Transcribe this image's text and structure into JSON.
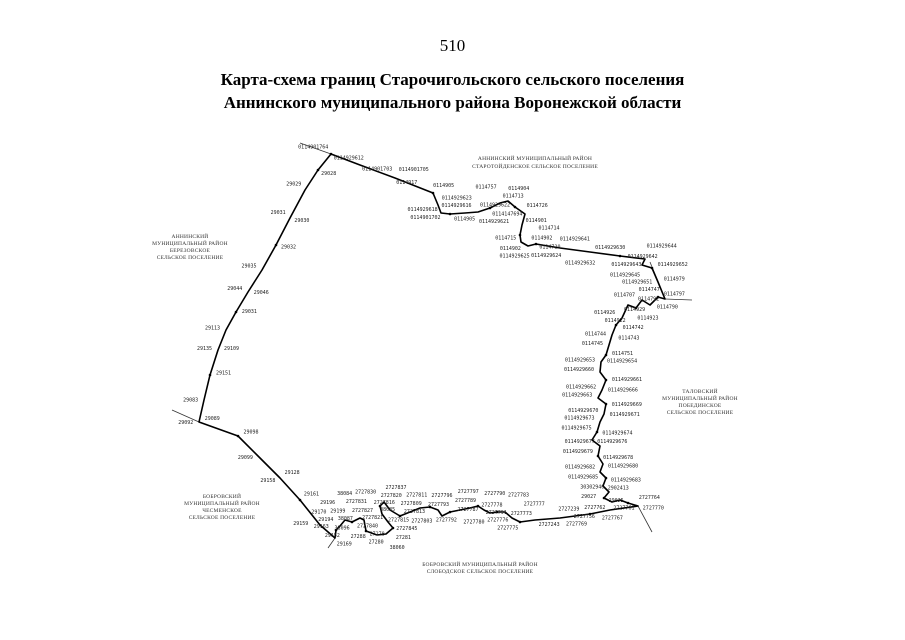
{
  "page_number": "510",
  "title_line1": "Карта-схема границ Старочигольского сельского поселения",
  "title_line2": "Аннинского муниципального района Воронежской области",
  "colors": {
    "boundary": "#000000",
    "outer_line": "#333333"
  },
  "neighbors": [
    {
      "line1": "АННИНСКИЙ МУНИЦИПАЛЬНЫЙ РАЙОН",
      "line2": "СТАРОТОЙДЕНСКОЕ СЕЛЬСКОЕ ПОСЕЛЕНИЕ"
    },
    {
      "line1": "АННИНСКИЙ",
      "line2": "МУНИЦИПАЛЬНЫЙ РАЙОН",
      "line3": "БЕРЕЗОВСКОЕ",
      "line4": "СЕЛЬСКОЕ ПОСЕЛЕНИЕ"
    },
    {
      "line1": "ТАЛОВСКИЙ",
      "line2": "МУНИЦИПАЛЬНЫЙ РАЙОН",
      "line3": "ПОБЕДИНСКОЕ",
      "line4": "СЕЛЬСКОЕ ПОСЕЛЕНИЕ"
    },
    {
      "line1": "БОБРОВСКИЙ",
      "line2": "МУНИЦИПАЛЬНЫЙ РАЙОН",
      "line3": "ЧЕСМЕНСКОЕ",
      "line4": "СЕЛЬСКОЕ ПОСЕЛЕНИЕ"
    },
    {
      "line1": "БОБРОВСКИЙ МУНИЦИПАЛЬНЫЙ РАЙОН",
      "line2": "СЛОБОДСКОЕ СЕЛЬСКОЕ ПОСЕЛЕНИЕ"
    }
  ],
  "points": [
    "0114929612",
    "0114901764",
    "0114901703",
    "0114901705",
    "0114917",
    "0114905",
    "0114929618",
    "0114929616",
    "0114901702",
    "0114905",
    "0114929621",
    "0114929622",
    "0114929623",
    "0114147694",
    "0114713",
    "0114757",
    "0114904",
    "0114726",
    "0114901",
    "0114714",
    "0114902",
    "0114715",
    "0114902",
    "0114720",
    "0114929624",
    "0114929625",
    "0114929632",
    "0114929630",
    "0114929641",
    "0114929642",
    "0114929643",
    "0114929644",
    "0114929645",
    "0114929652",
    "0114929651",
    "0114979",
    "0114792",
    "0114797",
    "0114929",
    "0114790",
    "0114707",
    "0114747",
    "0114922",
    "0114923",
    "0114926",
    "0114742",
    "0114744",
    "0114743",
    "0114745",
    "0114751",
    "0114929653",
    "0114929654",
    "0114929660",
    "0114929661",
    "0114929662",
    "0114929666",
    "0114929663",
    "0114929669",
    "0114929670",
    "0114929671",
    "0114929673",
    "0114929674",
    "0114929675",
    "0114929676",
    "0114929677",
    "0114929678",
    "0114929679",
    "0114929680",
    "0114929682",
    "0114929683",
    "0114929685",
    "2902413",
    "30302946",
    "29025",
    "29027",
    "2727761",
    "2727762",
    "2727764",
    "2727767",
    "2727770",
    "2727756",
    "2727769",
    "2727239",
    "2727243",
    "2727773",
    "2727775",
    "2727776",
    "2727777",
    "2727778",
    "2727780",
    "2727783",
    "2727787",
    "2727789",
    "2727790",
    "2727791",
    "2727792",
    "2727793",
    "2727796",
    "2727797",
    "2727803",
    "2727809",
    "2727811",
    "2727813",
    "2727815",
    "2727816",
    "2727820",
    "2727821",
    "2727827",
    "2727830",
    "2727831",
    "2727837",
    "2727840",
    "2727845",
    "27278",
    "27281",
    "27280",
    "27288",
    "38060",
    "38087",
    "38096",
    "38085",
    "38084",
    "29199",
    "29194",
    "29196",
    "29152",
    "29170",
    "29169",
    "29163",
    "29159",
    "29161",
    "29158",
    "29128",
    "29099",
    "29098",
    "29092",
    "29089",
    "29083",
    "29151",
    "29135",
    "29109",
    "29113",
    "29031",
    "29044",
    "29046",
    "29035",
    "29032",
    "29031",
    "29030",
    "29029",
    "29028"
  ]
}
